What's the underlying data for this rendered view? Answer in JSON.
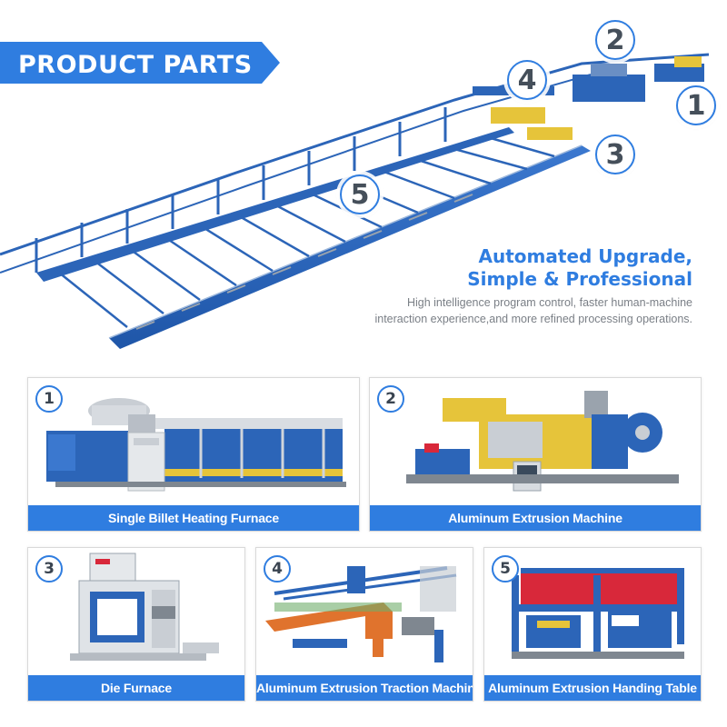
{
  "header": {
    "title": "PRODUCT PARTS"
  },
  "hero": {
    "callouts": [
      "1",
      "2",
      "3",
      "4",
      "5"
    ],
    "headline_line1": "Automated Upgrade,",
    "headline_line2": "Simple & Professional",
    "description_line1": "High intelligence program control, faster human-machine",
    "description_line2": "interaction experience,and more refined processing operations."
  },
  "products": [
    {
      "number": "1",
      "label": "Single Billet Heating Furnace"
    },
    {
      "number": "2",
      "label": "Aluminum Extrusion Machine"
    },
    {
      "number": "3",
      "label": "Die Furnace"
    },
    {
      "number": "4",
      "label": "Aluminum Extrusion Traction Machine"
    },
    {
      "number": "5",
      "label": "Aluminum Extrusion Handing Table"
    }
  ],
  "colors": {
    "accent": "#2f7de0",
    "machine_blue": "#2c65b8",
    "machine_yellow": "#e6c43a",
    "machine_red": "#d8283a",
    "machine_orange": "#e0732d"
  }
}
